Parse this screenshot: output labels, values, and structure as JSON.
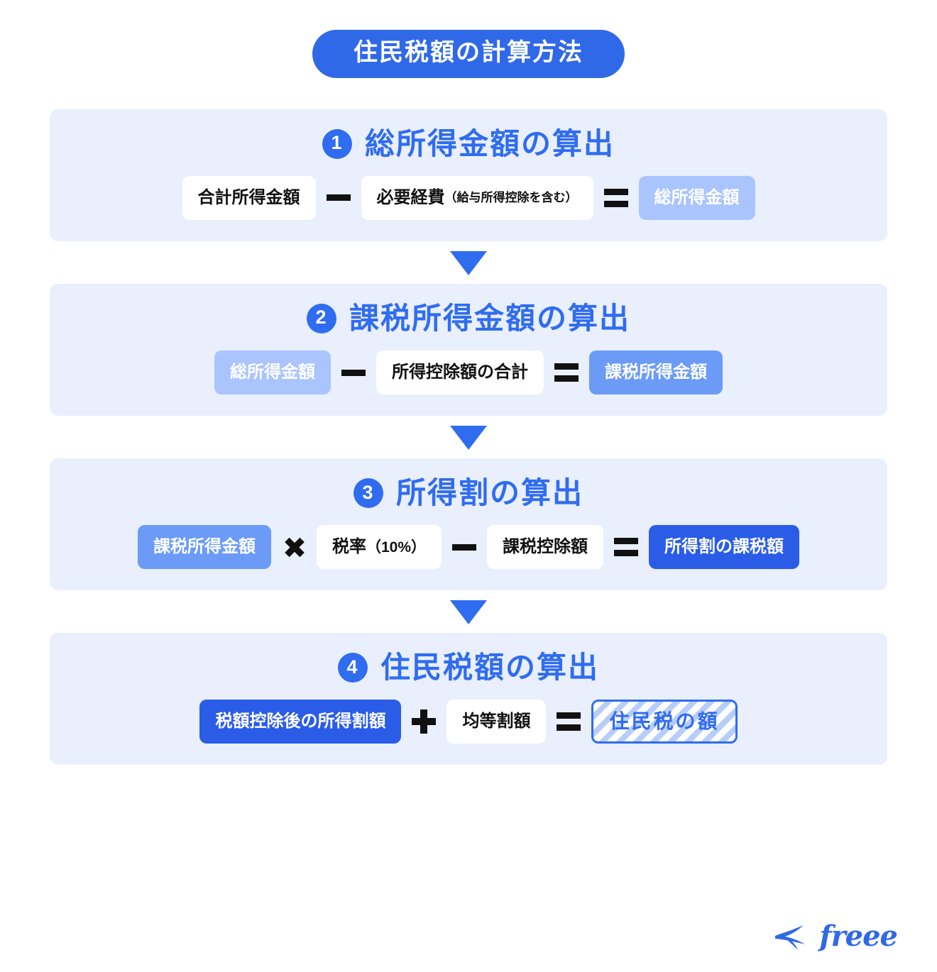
{
  "title": "住民税額の計算方法",
  "colors": {
    "brand_blue": "#3069e8",
    "title_blue": "#2f6cf0",
    "panel_bg": "#e9effd",
    "term_light": "#aac4fd",
    "term_mid": "#6b9bf7",
    "term_dark": "#2a5ce8",
    "page_bg": "#ffffff",
    "operator_black": "#111111"
  },
  "sections": [
    {
      "number": "1",
      "heading": "総所得金額の算出",
      "terms": [
        {
          "label": "合計所得金額",
          "style": "white"
        },
        {
          "label": "必要経費",
          "sub": "（給与所得控除を含む）",
          "style": "white"
        },
        {
          "label": "総所得金額",
          "style": "light"
        }
      ],
      "operators": [
        "minus",
        "equals"
      ]
    },
    {
      "number": "2",
      "heading": "課税所得金額の算出",
      "terms": [
        {
          "label": "総所得金額",
          "style": "light"
        },
        {
          "label": "所得控除額の合計",
          "style": "white"
        },
        {
          "label": "課税所得金額",
          "style": "mid"
        }
      ],
      "operators": [
        "minus",
        "equals"
      ]
    },
    {
      "number": "3",
      "heading": "所得割の算出",
      "terms": [
        {
          "label": "課税所得金額",
          "style": "mid"
        },
        {
          "label": "税率",
          "pct": "（10%）",
          "style": "white"
        },
        {
          "label": "課税控除額",
          "style": "white"
        },
        {
          "label": "所得割の課税額",
          "style": "dark"
        }
      ],
      "operators": [
        "times",
        "minus",
        "equals"
      ]
    },
    {
      "number": "4",
      "heading": "住民税額の算出",
      "terms": [
        {
          "label": "税額控除後の所得割額",
          "style": "dark"
        },
        {
          "label": "均等割額",
          "style": "white"
        },
        {
          "label": "住民税の額",
          "style": "hatch"
        }
      ],
      "operators": [
        "plus",
        "equals"
      ]
    }
  ],
  "footer": {
    "logo_text": "freee"
  }
}
